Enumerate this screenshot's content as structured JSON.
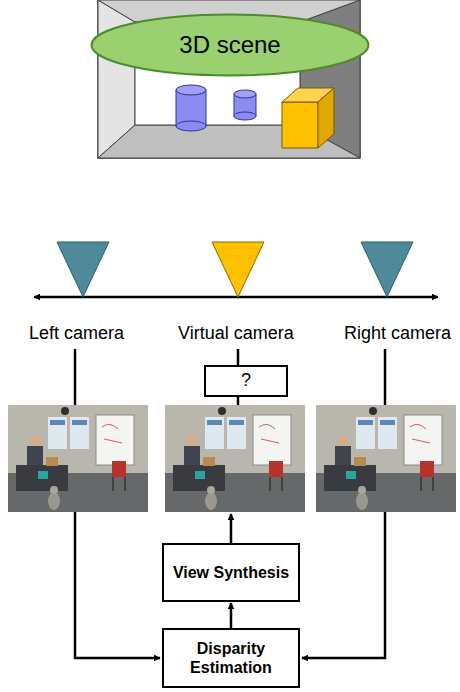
{
  "diagram": {
    "nodes": [
      {
        "text": [
          "3D scene"
        ]
      },
      {
        "text": [
          "?"
        ]
      },
      {
        "text": [
          "View Synthesis"
        ]
      },
      {
        "text": [
          "Disparity Estimation"
        ]
      }
    ],
    "edges": [
      {
        "from": 3,
        "to": 2,
        "arrow": "to"
      }
    ],
    "labels": [
      "Left camera",
      "Virtual camera",
      "Right camera"
    ]
  }
}
